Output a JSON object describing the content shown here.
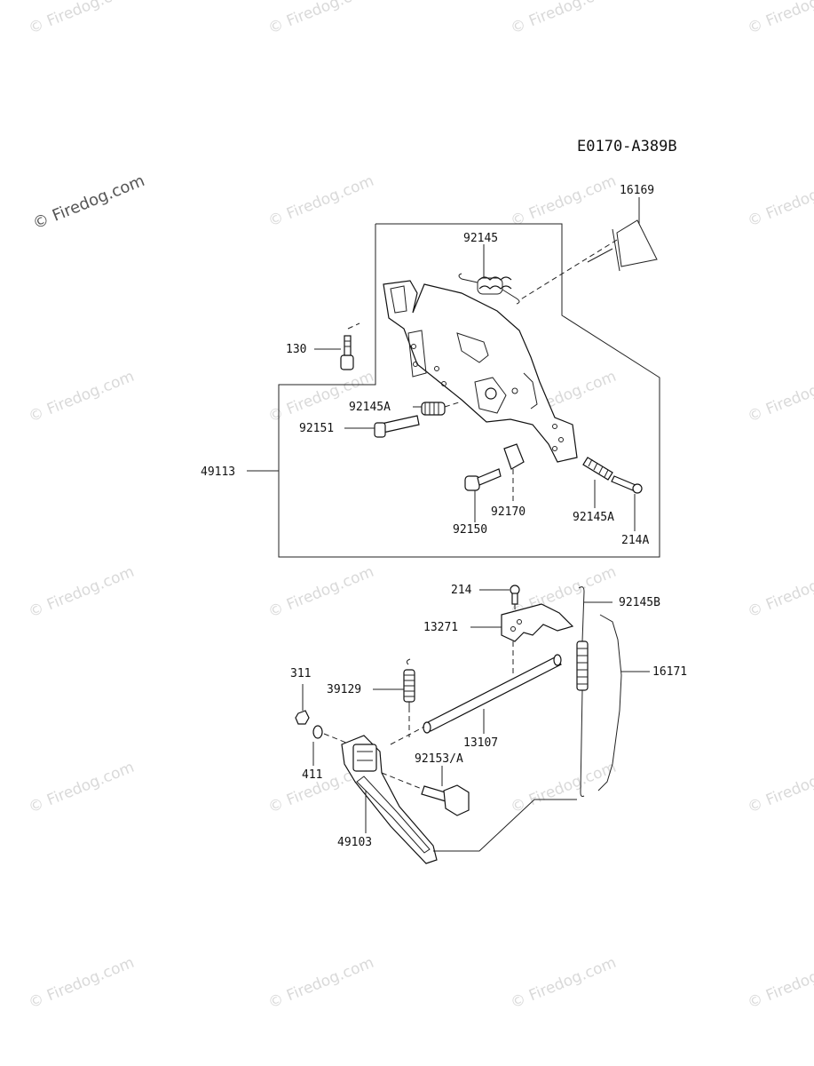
{
  "diagram_code": "E0170-A389B",
  "watermark_text": "© Firedog.com",
  "parts": {
    "p16169": "16169",
    "p92145": "92145",
    "p130": "130",
    "p92145A_top": "92145A",
    "p92151": "92151",
    "p49113": "49113",
    "p92150": "92150",
    "p92170": "92170",
    "p92145A_bottom": "92145A",
    "p214A": "214A",
    "p214": "214",
    "p92145B": "92145B",
    "p13271": "13271",
    "p16171": "16171",
    "p311": "311",
    "p39129": "39129",
    "p13107": "13107",
    "p92153A": "92153/A",
    "p411": "411",
    "p49103": "49103"
  }
}
